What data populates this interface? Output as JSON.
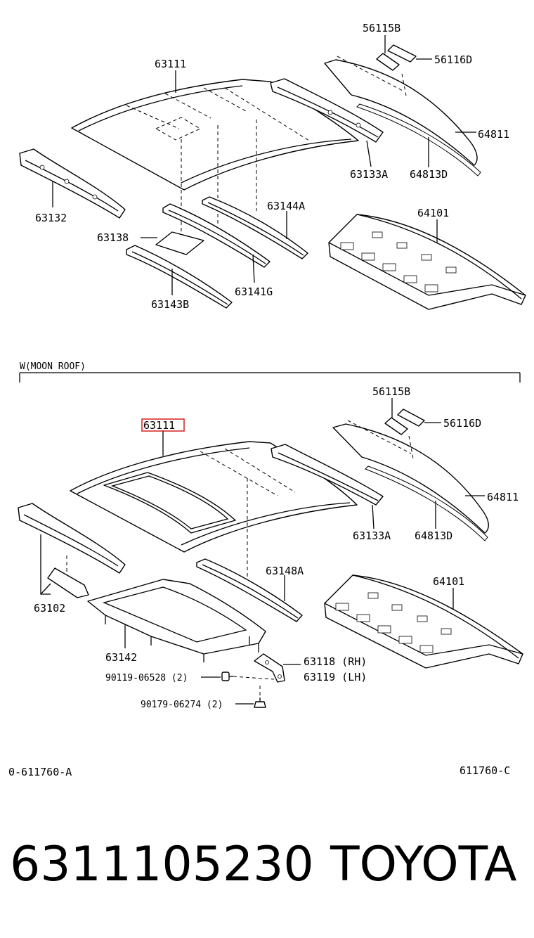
{
  "top": {
    "labels": {
      "roof": "63111",
      "rail_front": "63132",
      "rail_rear": "63133A",
      "bow_center": "63144A",
      "bow_mid": "63141G",
      "bow_front": "63143B",
      "pad": "63138",
      "clip_56115": "56115B",
      "clip_56116": "56116D",
      "back_glass": "64811",
      "glass_seal": "64813D",
      "package_tray": "64101"
    }
  },
  "bottom": {
    "section_title": "W(MOON ROOF)",
    "labels": {
      "roof": "63111",
      "rail_front": "63102",
      "rail_rear": "63133A",
      "bow": "63148A",
      "sunroof_frame": "63142",
      "bracket_rh": "63118 (RH)",
      "bracket_lh": "63119 (LH)",
      "bolt": "90119-06528 (2)",
      "nut": "90179-06274 (2)",
      "clip_56115": "56115B",
      "clip_56116": "56116D",
      "back_glass": "64811",
      "glass_seal": "64813D",
      "package_tray": "64101"
    }
  },
  "codes": {
    "left": "0-611760-A",
    "right": "611760-C"
  },
  "footer": {
    "part_number": "6311105230",
    "brand": "TOYOTA"
  },
  "colors": {
    "highlight": "#d62020",
    "ink": "#000000"
  }
}
